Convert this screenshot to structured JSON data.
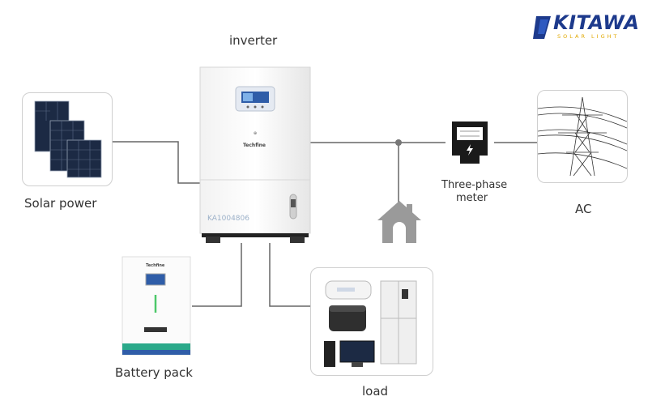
{
  "brand": {
    "name": "KITAWA",
    "tagline": "SOLAR LIGHT"
  },
  "labels": {
    "inverter": "inverter",
    "solar": "Solar power",
    "battery": "Battery pack",
    "load": "load",
    "meter_line1": "Three-phase",
    "meter_line2": "meter",
    "ac": "AC"
  },
  "device_brand": "Techfine",
  "inverter_model": "KA1004806"
}
